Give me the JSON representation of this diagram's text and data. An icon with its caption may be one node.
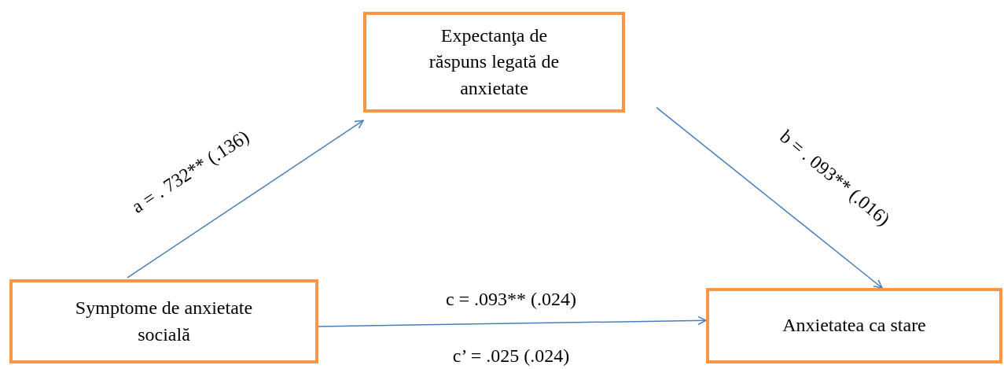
{
  "diagram": {
    "nodes": [
      {
        "text": [
          "Expectanţa de răspuns legată de anxietate"
        ]
      },
      {
        "text": [
          "Symptome de anxietate socială"
        ]
      },
      {
        "text": [
          "Anxietatea ca stare"
        ]
      }
    ],
    "edges": [
      {
        "from": 1,
        "to": 0,
        "arrow": "to",
        "label": "a = . 732** (.136)"
      },
      {
        "from": 0,
        "to": 2,
        "arrow": "to",
        "label": "b = . 093** (.016)"
      },
      {
        "from": 1,
        "to": 2,
        "arrow": "to",
        "label": "c = .093** (.024)"
      }
    ],
    "labels": [
      "c’ = .025 (.024)"
    ]
  }
}
